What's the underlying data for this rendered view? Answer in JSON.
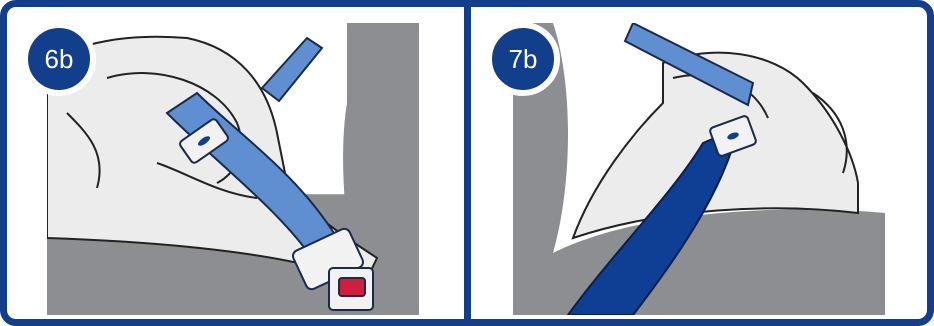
{
  "panels": [
    {
      "step": "6b"
    },
    {
      "step": "7b"
    }
  ],
  "colors": {
    "frame_blue": "#123e8c",
    "belt_light_blue": "#5f8fd0",
    "belt_dark_blue": "#0f3f94",
    "seat_grey": "#8d8e91",
    "padding_light": "#ececec",
    "buckle_red": "#d01f3c"
  },
  "icons": {
    "panel_1": [
      "seat-cushion",
      "seat-belt-light",
      "belt-guide-clip",
      "buckle",
      "release-button-red"
    ],
    "panel_2": [
      "seat-cushion",
      "seat-belt-dark",
      "belt-guide-clip"
    ]
  }
}
